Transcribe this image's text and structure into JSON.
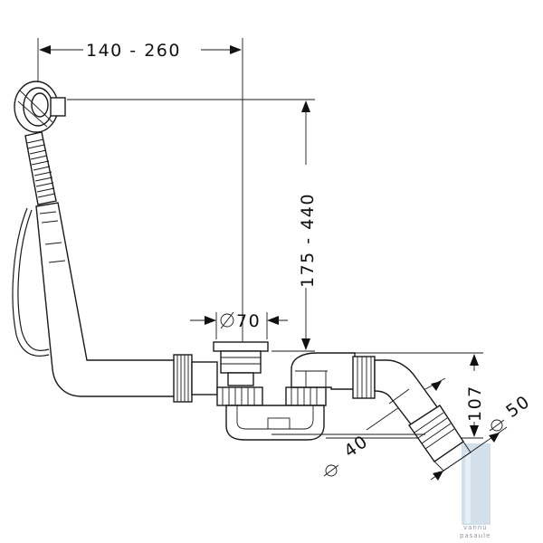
{
  "dimensions": {
    "overflow_horizontal": "140 - 260",
    "overflow_vertical": "175 - 440",
    "waste_diameter": "∕70",
    "trap_height": "107",
    "outlet_diameter_small": "∕ 40",
    "outlet_diameter_large": "∕ 50"
  },
  "watermark": {
    "line1": "vannu",
    "line2": "pasaule"
  },
  "colors": {
    "ink": "#1a1a1a",
    "watermark_block": "#c9dbe8"
  }
}
